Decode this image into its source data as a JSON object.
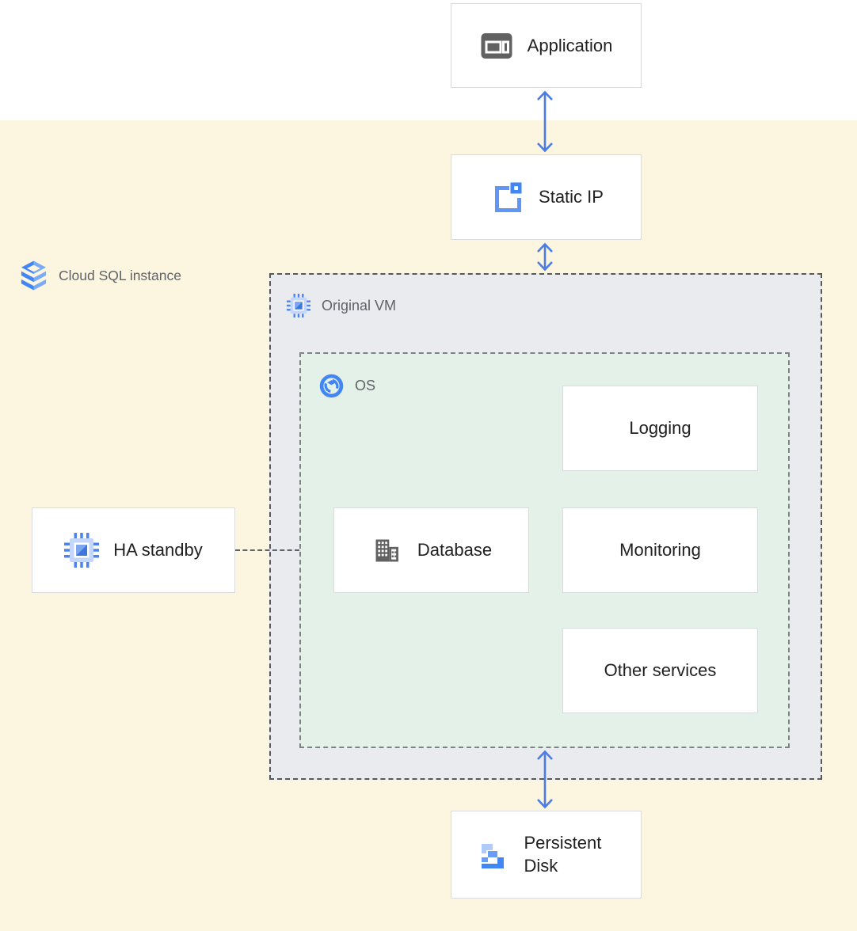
{
  "diagram": {
    "zone": {
      "label": "Cloud SQL instance",
      "icon": "cloud-sql-icon"
    },
    "groups": {
      "original_vm": {
        "label": "Original VM",
        "icon": "compute-engine-icon"
      },
      "os": {
        "label": "OS",
        "icon": "os-icon"
      }
    },
    "nodes": {
      "application": {
        "label": "Application",
        "icon": "app-window-icon"
      },
      "static_ip": {
        "label": "Static IP",
        "icon": "external-ip-icon"
      },
      "ha_standby": {
        "label": "HA standby",
        "icon": "compute-engine-icon"
      },
      "database": {
        "label": "Database",
        "icon": "datacenter-icon"
      },
      "logging": {
        "label": "Logging",
        "icon": null
      },
      "monitoring": {
        "label": "Monitoring",
        "icon": null
      },
      "other_services": {
        "label": "Other services",
        "icon": null
      },
      "persistent_disk": {
        "label": "Persistent Disk",
        "icon": "persistent-disk-icon"
      }
    },
    "connections": [
      {
        "from": "application",
        "to": "static_ip",
        "style": "double-arrow"
      },
      {
        "from": "static_ip",
        "to": "original_vm",
        "style": "double-arrow"
      },
      {
        "from": "os",
        "to": "persistent_disk",
        "style": "double-arrow"
      },
      {
        "from": "ha_standby",
        "to": "os",
        "style": "dashed-line"
      }
    ],
    "colors": {
      "zone_background": "#FCF6E1",
      "vm_group_background": "#E9EBEE",
      "os_group_background": "#E3F1E9",
      "node_background": "#FFFFFF",
      "node_border": "#D8DBDF",
      "arrow": "#4B7BE5",
      "group_label_text": "#5F6368",
      "node_text": "#212121",
      "icon_blue": "#4285F4",
      "icon_blue_medium": "#669DF6",
      "icon_blue_light": "#AECBFA",
      "icon_gray": "#616161"
    }
  }
}
